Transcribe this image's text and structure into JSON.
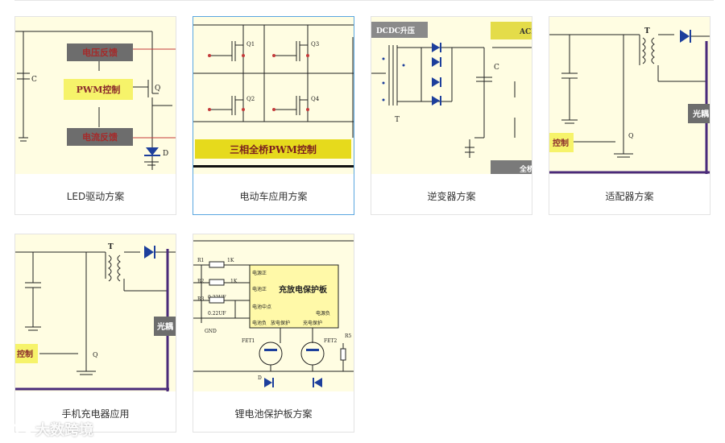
{
  "cards": [
    {
      "caption": "LED驱动方案",
      "labels": {
        "voltage_feedback": "电压反馈",
        "pwm": "PWM控制",
        "current_feedback": "电流反馈",
        "c": "C",
        "q": "Q",
        "d": "D"
      }
    },
    {
      "caption": "电动车应用方案",
      "labels": {
        "q1": "Q1",
        "q2": "Q2",
        "q3": "Q3",
        "q4": "Q4",
        "pwm3": "三相全桥PWM控制"
      }
    },
    {
      "caption": "逆变器方案",
      "labels": {
        "dcdc": "DCDC升压",
        "acd": "ACD",
        "c": "C",
        "t": "T",
        "full": "全桥"
      }
    },
    {
      "caption": "适配器方案",
      "labels": {
        "t": "T",
        "opto": "光耦",
        "q": "Q",
        "ctrl": "控制"
      }
    },
    {
      "caption": "手机充电器应用",
      "labels": {
        "t": "T",
        "opto": "光耦",
        "q": "Q",
        "ctrl": "控制"
      }
    },
    {
      "caption": "锂电池保护板方案",
      "labels": {
        "board": "充放电保护板",
        "pos": "电源正",
        "bat_pos": "电池正",
        "mid": "电池中点",
        "neg": "电源负",
        "bat_neg": "电池负",
        "dis": "放电保护",
        "chg": "充电保护",
        "r1": "R1",
        "r2": "R2",
        "r3": "R3",
        "r5": "R5",
        "k1": "1K",
        "k2": "1K",
        "c1": "0.22UF",
        "c2": "0.22UF",
        "gnd": "GND",
        "fet1": "FET1",
        "fet2": "FET2",
        "d": "D"
      }
    }
  ],
  "watermark": {
    "text": "大数跨境",
    "logo": "logo-icon"
  }
}
